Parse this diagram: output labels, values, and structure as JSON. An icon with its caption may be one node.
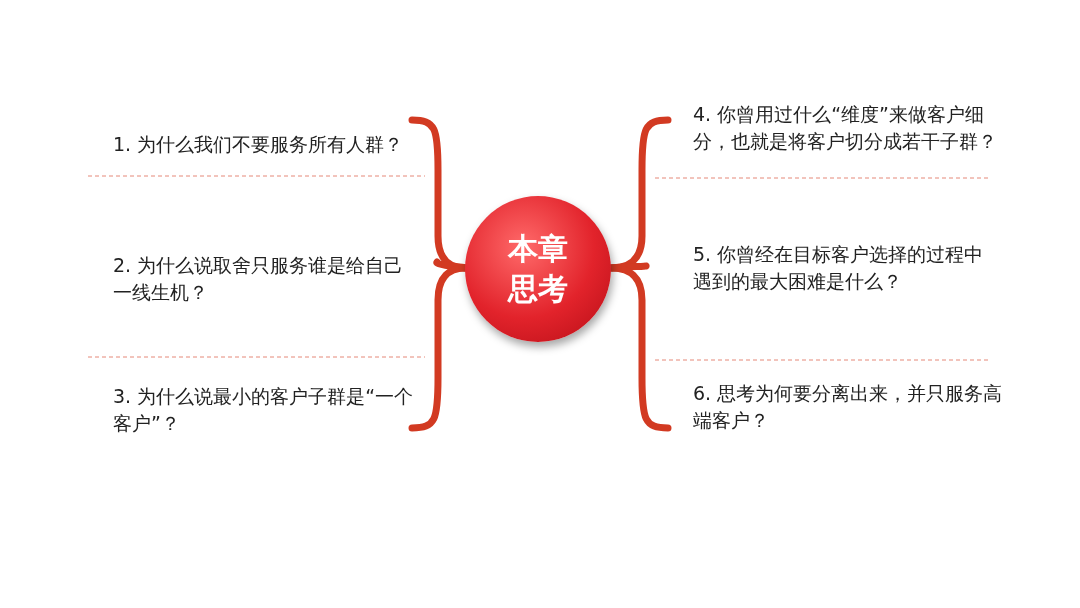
{
  "diagram": {
    "nodes": [
      {
        "text": [
          "本章思考"
        ]
      },
      {
        "text": [
          "1. 为什么我们不要服务所有人群？"
        ]
      },
      {
        "text": [
          "2. 为什么说取舍只服务谁是给自己一线生机？"
        ]
      },
      {
        "text": [
          "3. 为什么说最小的客户子群是“一个客户”？"
        ]
      },
      {
        "text": [
          "4. 你曾用过什么“维度”来做客户细分，也就是将客户切分成若干子群？"
        ]
      },
      {
        "text": [
          "5. 你曾经在目标客户选择的过程中遇到的最大困难是什么？"
        ]
      },
      {
        "text": [
          "6. 思考为何要分离出来，并只服务高端客户？"
        ]
      }
    ],
    "edges": [
      {
        "from": 0,
        "to": 1,
        "arrow": "none"
      },
      {
        "from": 0,
        "to": 2,
        "arrow": "none"
      },
      {
        "from": 0,
        "to": 3,
        "arrow": "none"
      },
      {
        "from": 0,
        "to": 4,
        "arrow": "none"
      },
      {
        "from": 0,
        "to": 5,
        "arrow": "none"
      },
      {
        "from": 0,
        "to": 6,
        "arrow": "none"
      }
    ]
  }
}
